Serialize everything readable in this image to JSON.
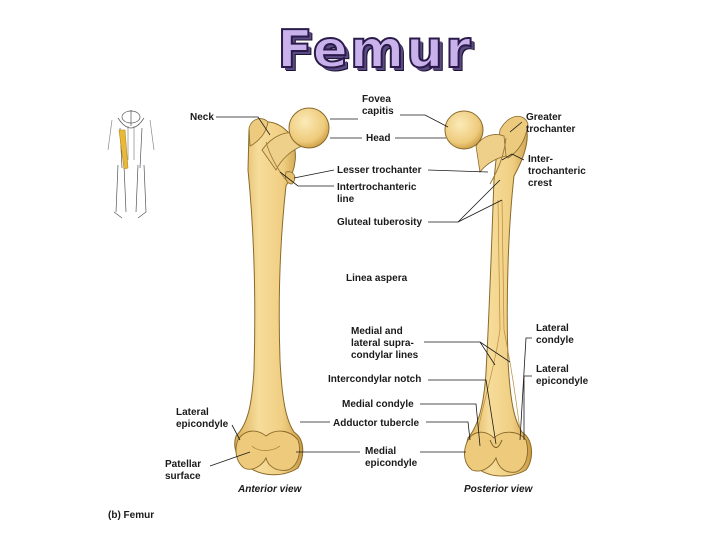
{
  "title": "Femur",
  "caption": "(b) Femur",
  "views": {
    "anterior": "Anterior view",
    "posterior": "Posterior view"
  },
  "labels": {
    "neck": "Neck",
    "fovea1": "Fovea",
    "fovea2": "capitis",
    "head": "Head",
    "greater1": "Greater",
    "greater2": "trochanter",
    "lesser": "Lesser trochanter",
    "intertroch_line1": "Intertrochanteric",
    "intertroch_line2": "line",
    "intertroch_crest1": "Inter-",
    "intertroch_crest2": "trochanteric",
    "intertroch_crest3": "crest",
    "gluteal": "Gluteal tuberosity",
    "linea": "Linea aspera",
    "supra1": "Medial and",
    "supra2": "lateral supra-",
    "supra3": "condylar lines",
    "lat_condyle1": "Lateral",
    "lat_condyle2": "condyle",
    "intercondylar": "Intercondylar notch",
    "lat_epi_r1": "Lateral",
    "lat_epi_r2": "epicondyle",
    "med_condyle": "Medial condyle",
    "lat_epi_l1": "Lateral",
    "lat_epi_l2": "epicondyle",
    "adductor": "Adductor tubercle",
    "patellar1": "Patellar",
    "patellar2": "surface",
    "med_epi1": "Medial",
    "med_epi2": "epicondyle"
  },
  "colors": {
    "bone_fill": "#f3d58e",
    "bone_shade": "#d7ad55",
    "bone_outline": "#8a6a2a",
    "highlight": "#e8b838",
    "title_fill": "#c9b2ec",
    "title_stroke": "#2a1b4a"
  }
}
